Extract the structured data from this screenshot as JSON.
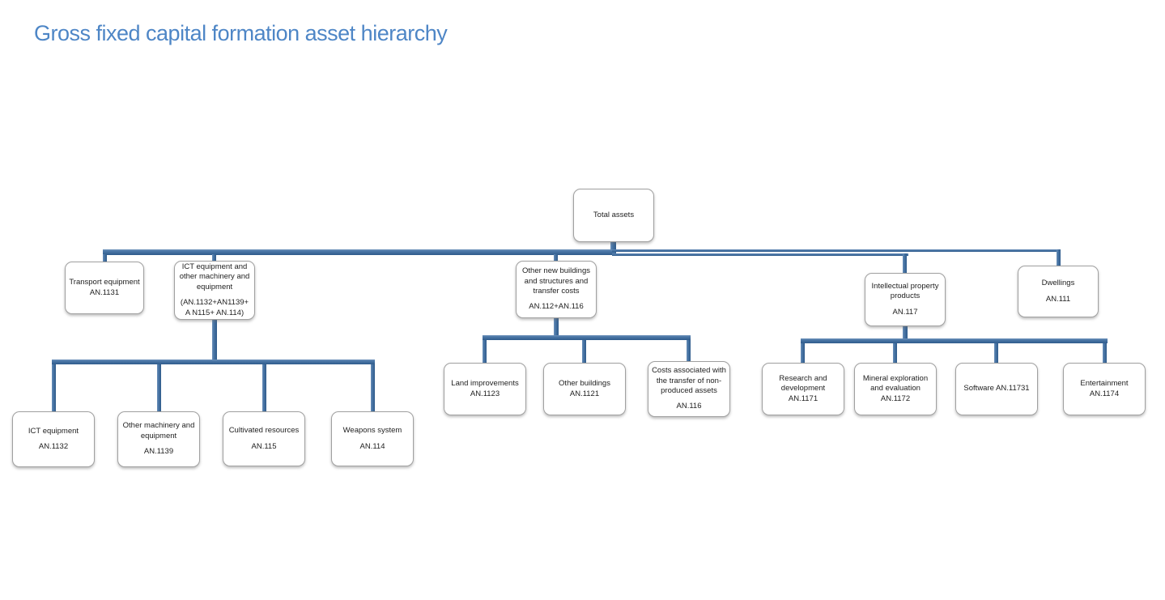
{
  "title": "Gross fixed capital formation asset hierarchy",
  "colors": {
    "title_text": "#4e86c6",
    "connector_blue": "#3f6b9e",
    "box_border": "#a0a0a0",
    "box_fill": "#ffffff",
    "text": "#222222"
  },
  "nodes": {
    "total_assets": {
      "name": "Total assets",
      "code": ""
    },
    "transport_equipment": {
      "name": "Transport equipment",
      "code": "AN.1131"
    },
    "ict_machinery_group": {
      "name": "ICT equipment and other machinery and equipment",
      "code": "(AN.1132+AN1139+A N115+ AN.114)"
    },
    "other_new_buildings": {
      "name": "Other new buildings and structures and transfer costs",
      "code": "AN.112+AN.116"
    },
    "intellectual_property": {
      "name": "Intellectual property products",
      "code": "AN.117"
    },
    "dwellings": {
      "name": "Dwellings",
      "code": "AN.111"
    },
    "ict_equipment": {
      "name": "ICT equipment",
      "code": "AN.1132"
    },
    "other_machinery": {
      "name": "Other machinery and equipment",
      "code": "AN.1139"
    },
    "cultivated_resources": {
      "name": "Cultivated resources",
      "code": "AN.115"
    },
    "weapons_system": {
      "name": "Weapons system",
      "code": "AN.114"
    },
    "land_improvements": {
      "name": "Land improvements",
      "code": "AN.1123"
    },
    "other_buildings": {
      "name": "Other buildings",
      "code": "AN.1121"
    },
    "transfer_costs": {
      "name": "Costs associated with the transfer of non-produced assets",
      "code": "AN.116"
    },
    "research_development": {
      "name": "Research and development",
      "code": "AN.1171"
    },
    "mineral_exploration": {
      "name": "Mineral exploration and evaluation",
      "code": "AN.1172"
    },
    "software": {
      "name": "Software AN.11731",
      "code": ""
    },
    "entertainment": {
      "name": "Entertainment",
      "code": "AN.1174"
    }
  }
}
